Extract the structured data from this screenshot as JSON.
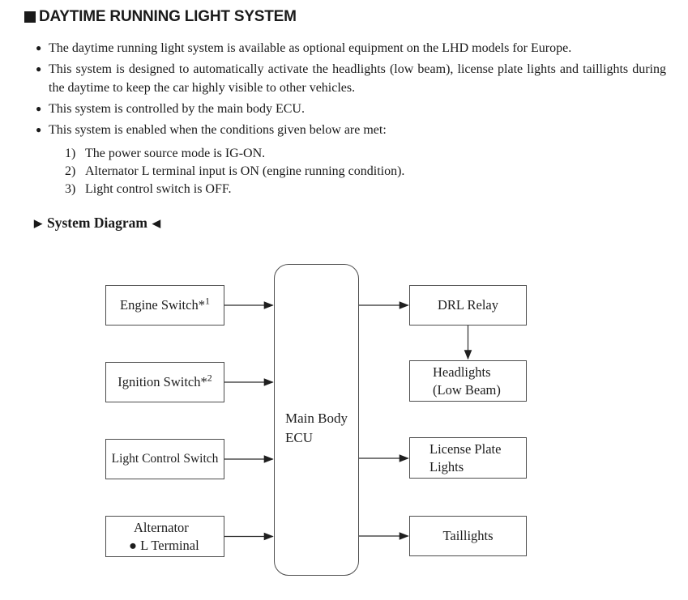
{
  "markers": {
    "bullet": "●",
    "heading_left": "▶",
    "heading_right": "◀"
  },
  "title": "DAYTIME RUNNING LIGHT SYSTEM",
  "bullets": [
    "The daytime running light system is available as optional equipment on the LHD models for Europe.",
    "This system is designed to automatically activate the headlights (low beam), license plate lights and taillights during the daytime to keep the car highly visible to other vehicles.",
    "This system is controlled by the main body ECU.",
    "This system is enabled when the conditions given below are met:"
  ],
  "conditions": [
    {
      "num": "1)",
      "text": "The power source mode is IG-ON."
    },
    {
      "num": "2)",
      "text": "Alternator L terminal input is ON (engine running condition)."
    },
    {
      "num": "3)",
      "text": "Light control switch is OFF."
    }
  ],
  "section_heading": "System Diagram",
  "diagram": {
    "ecu": {
      "line1": "Main Body",
      "line2": "ECU"
    },
    "inputs": {
      "engine": {
        "label": "Engine Switch*",
        "sup": "1"
      },
      "ignition": {
        "label": "Ignition Switch*",
        "sup": "2"
      },
      "light_control": {
        "label": "Light Control Switch"
      },
      "alternator": {
        "line1": "Alternator",
        "line2": "● L Terminal"
      }
    },
    "outputs": {
      "drl_relay": {
        "label": "DRL Relay"
      },
      "headlights": {
        "line1": "Headlights",
        "line2": "(Low Beam)"
      },
      "license_plate": {
        "line1": "License Plate",
        "line2": "Lights"
      },
      "taillights": {
        "label": "Taillights"
      }
    }
  }
}
